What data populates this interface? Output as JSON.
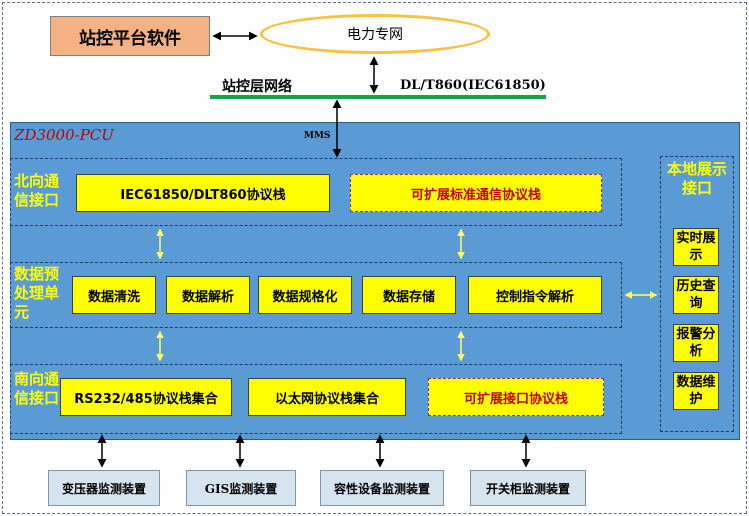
{
  "top": {
    "software": "站控平台软件",
    "grid_network": "电力专网",
    "station_bus": "站控层网络",
    "bus_protocol": "DL/T860(IEC61850)",
    "mms": "MMS"
  },
  "device": {
    "title": "ZD3000-PCU",
    "north": {
      "label": "北向通信接口",
      "stack": "IEC61850/DLT860协议栈",
      "expandable": "可扩展标准通信协议栈"
    },
    "preprocess": {
      "label": "数据预处理单元",
      "items": [
        "数据清洗",
        "数据解析",
        "数据规格化",
        "数据存储",
        "控制指令解析"
      ]
    },
    "south": {
      "label": "南向通信接口",
      "serial": "RS232/485协议栈集合",
      "ethernet": "以太网协议栈集合",
      "expandable": "可扩展接口协议栈"
    },
    "local_display": {
      "title": "本地展示接口",
      "items": [
        "实时展示",
        "历史查询",
        "报警分析",
        "数据维护"
      ]
    }
  },
  "monitors": [
    "变压器监测装置",
    "GIS监测装置",
    "容性设备监测装置",
    "开关柜监测装置"
  ],
  "colors": {
    "device_bg": "#5b9bd5",
    "module": "#ffff00",
    "title_red": "#c00000",
    "bus_green": "#16a34a",
    "ellipse": "#f5c242",
    "software_bg": "#f4b183"
  }
}
